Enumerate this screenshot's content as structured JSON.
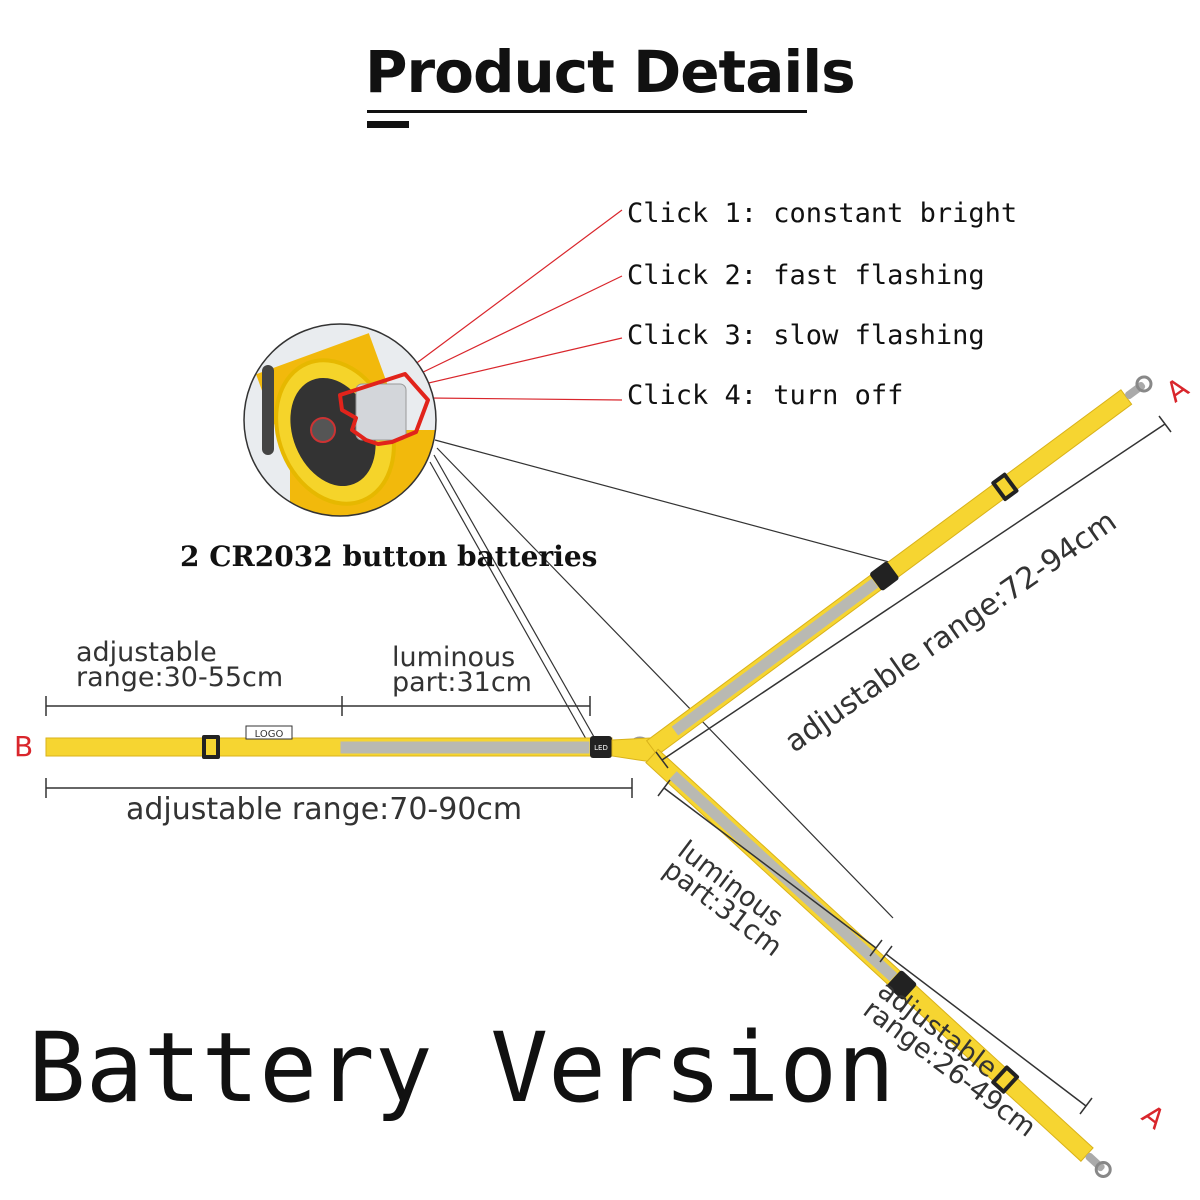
{
  "header": {
    "title": "Product Details"
  },
  "modes": [
    "Click 1: constant bright",
    "Click 2: fast flashing",
    "Click 3: slow flashing",
    "Click 4: turn off"
  ],
  "battery_caption": "2 CR2032 button batteries",
  "logo_text": "LOGO",
  "led_text": "LED",
  "end_labels": {
    "left": "B",
    "top_right": "A",
    "bottom_right": "A"
  },
  "left_strap": {
    "adjustable_a": "adjustable",
    "adjustable_b": "range:30-55cm",
    "luminous_a": "luminous",
    "luminous_b": "part:31cm",
    "total": "adjustable range:70-90cm"
  },
  "upper_branch": {
    "range": "adjustable range:72-94cm"
  },
  "lower_branch": {
    "luminous_a": "luminous",
    "luminous_b": "part:31cm",
    "adjustable_a": "adjustable",
    "adjustable_b": "range:26-49cm"
  },
  "footer": {
    "version": "Battery Version"
  },
  "colors": {
    "strap_yellow": "#f6d531",
    "strap_edge": "#d9b21a",
    "reflective": "#b9b9b2",
    "label_red": "#d9262c",
    "pointer_red": "#d9262c"
  }
}
